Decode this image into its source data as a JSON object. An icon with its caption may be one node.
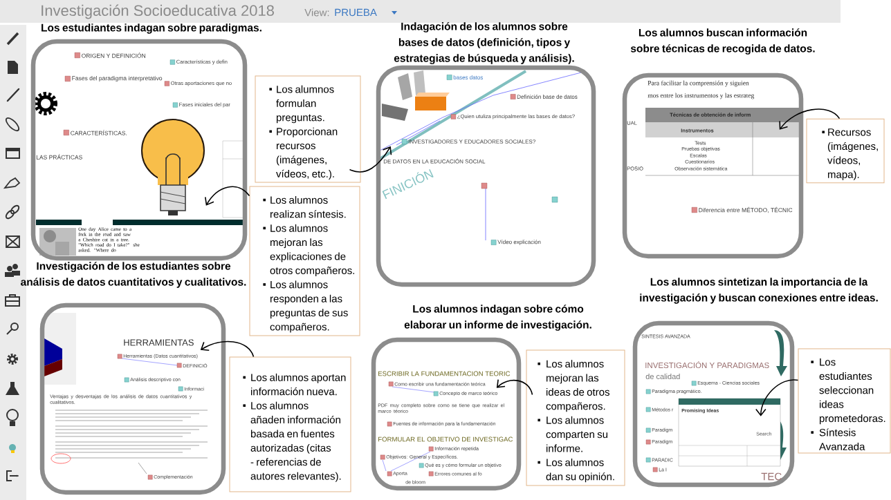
{
  "diagram": {
    "nodes": [
      {
        "text": [
          "Los estudiantes indagan sobre paradigmas."
        ]
      },
      {
        "text": [
          "Indagación de los alumnos sobre bases de datos (definición, tipos y estrategias de búsqueda y análisis)."
        ]
      },
      {
        "text": [
          "Los alumnos buscan información sobre técnicas de recogida de datos."
        ]
      },
      {
        "text": [
          "Investigación de los estudiantes sobre análisis de datos cuantitativos y cualitativos."
        ]
      },
      {
        "text": [
          "Los alumnos indagan sobre cómo elaborar un informe de investigación."
        ]
      },
      {
        "text": [
          "Los alumnos sintetizan la importancia de la investigación y buscan conexiones entre ideas."
        ]
      },
      {
        "text": [
          "Los alumnos formulan preguntas.",
          "Proporcionan recursos (imágenes, vídeos, etc.)."
        ]
      },
      {
        "text": [
          "Los alumnos realizan síntesis.",
          "Los alumnos mejoran las explicaciones de otros compañeros.",
          "Los alumnos responden a las preguntas de sus compañeros."
        ]
      },
      {
        "text": [
          "Recursos (imágenes, vídeos, mapa)."
        ]
      },
      {
        "text": [
          "Los alumnos aportan información nueva.",
          "Los alumnos añaden información basada en fuentes autorizadas (citas - referencias de autores relevantes)."
        ]
      },
      {
        "text": [
          "Los alumnos mejoran las ideas de otros compañeros.",
          "Los alumnos comparten su informe.",
          "Los alumnos dan su opinión."
        ]
      },
      {
        "text": [
          "Los estudiantes seleccionan ideas prometedoras.",
          "Síntesis Avanzada"
        ]
      }
    ],
    "edges": [
      {
        "from": 6,
        "to": 1,
        "arrow": "to"
      },
      {
        "from": 7,
        "to": 0,
        "arrow": "to"
      },
      {
        "from": 8,
        "to": 2,
        "arrow": "to"
      },
      {
        "from": 9,
        "to": 3,
        "arrow": "to"
      },
      {
        "from": 10,
        "to": 4,
        "arrow": "to"
      },
      {
        "from": 11,
        "to": 5,
        "arrow": "to"
      }
    ],
    "labels": [
      "Investigación Socioeducativa 2018",
      "View:",
      "PRUEBA",
      "ORIGEN Y DEFINICIÓN",
      "Fases del paradigma interpretativo",
      "Características y defin",
      "Otras aportaciones que no",
      "Fases iniciales del par",
      "CARACTERÍSTICAS.",
      "LAS PRÁCTICAS",
      "One day Alice came to a fork in the road and saw a Cheshire cat in a tree. \"Which road do I take?\" she asked. \"Where do",
      "bases datos",
      "Definición base de datos",
      "¿Quien utuliza principalmente las bases de datos?",
      "INVESTIGADORES Y EDUCADORES SOCIALES?",
      "DE DATOS EN LA EDUCACIÓN SOCIAL",
      "FINICIÓN",
      "Vídeo explicación",
      "Para facilitar la comprensión y siguien",
      "mos entre los instrumentos y las estrateg",
      "Técnicas de obtención de inform",
      "Instrumentos",
      "Tests",
      "Pruebas objetivas",
      "Escalas",
      "Cuestionarios",
      "Observación sistemática",
      "Diferencia entre MÉTODO, TÉCNIC",
      "UAL",
      "POSIO",
      "HERRAMIENTAS",
      "Herramientas (Datos cuantitativos)",
      "DEFINICIÓ",
      "Análisis descriptivo con",
      "Informaci",
      "Ventajas y desventajas de los análisis de datos cuantitativos y cualitativos.",
      "Complementación",
      "ESCRIBIR LA FUNDAMENTACION TEORIC",
      "Como escribir una fundamentación teórica",
      "Concepto de marco teórico",
      "PDF muy completo sobre como se tiene que realizar el marco téorico",
      "Fuentes de información para la fundamentación",
      "FORMULAR EL OBJETIVO DE INVESTIGAC",
      "Información repetida",
      "Errores comunes al fo",
      "Objetivos: General y Específicos.",
      "Qué es y cómo formular un objetivo",
      "Aporta",
      "de bloom",
      "SINTESIS AVANZADA",
      "INVESTIGACIÓN Y PARADIGMAS",
      "de calidad",
      "Paradigma pragmático.",
      "Esquema - Ciencias sociales",
      "Métodos r",
      "Paradigm",
      "Paradigm",
      "PARADIC",
      "La I",
      "TEC",
      "Promising Ideas",
      "Search"
    ]
  }
}
